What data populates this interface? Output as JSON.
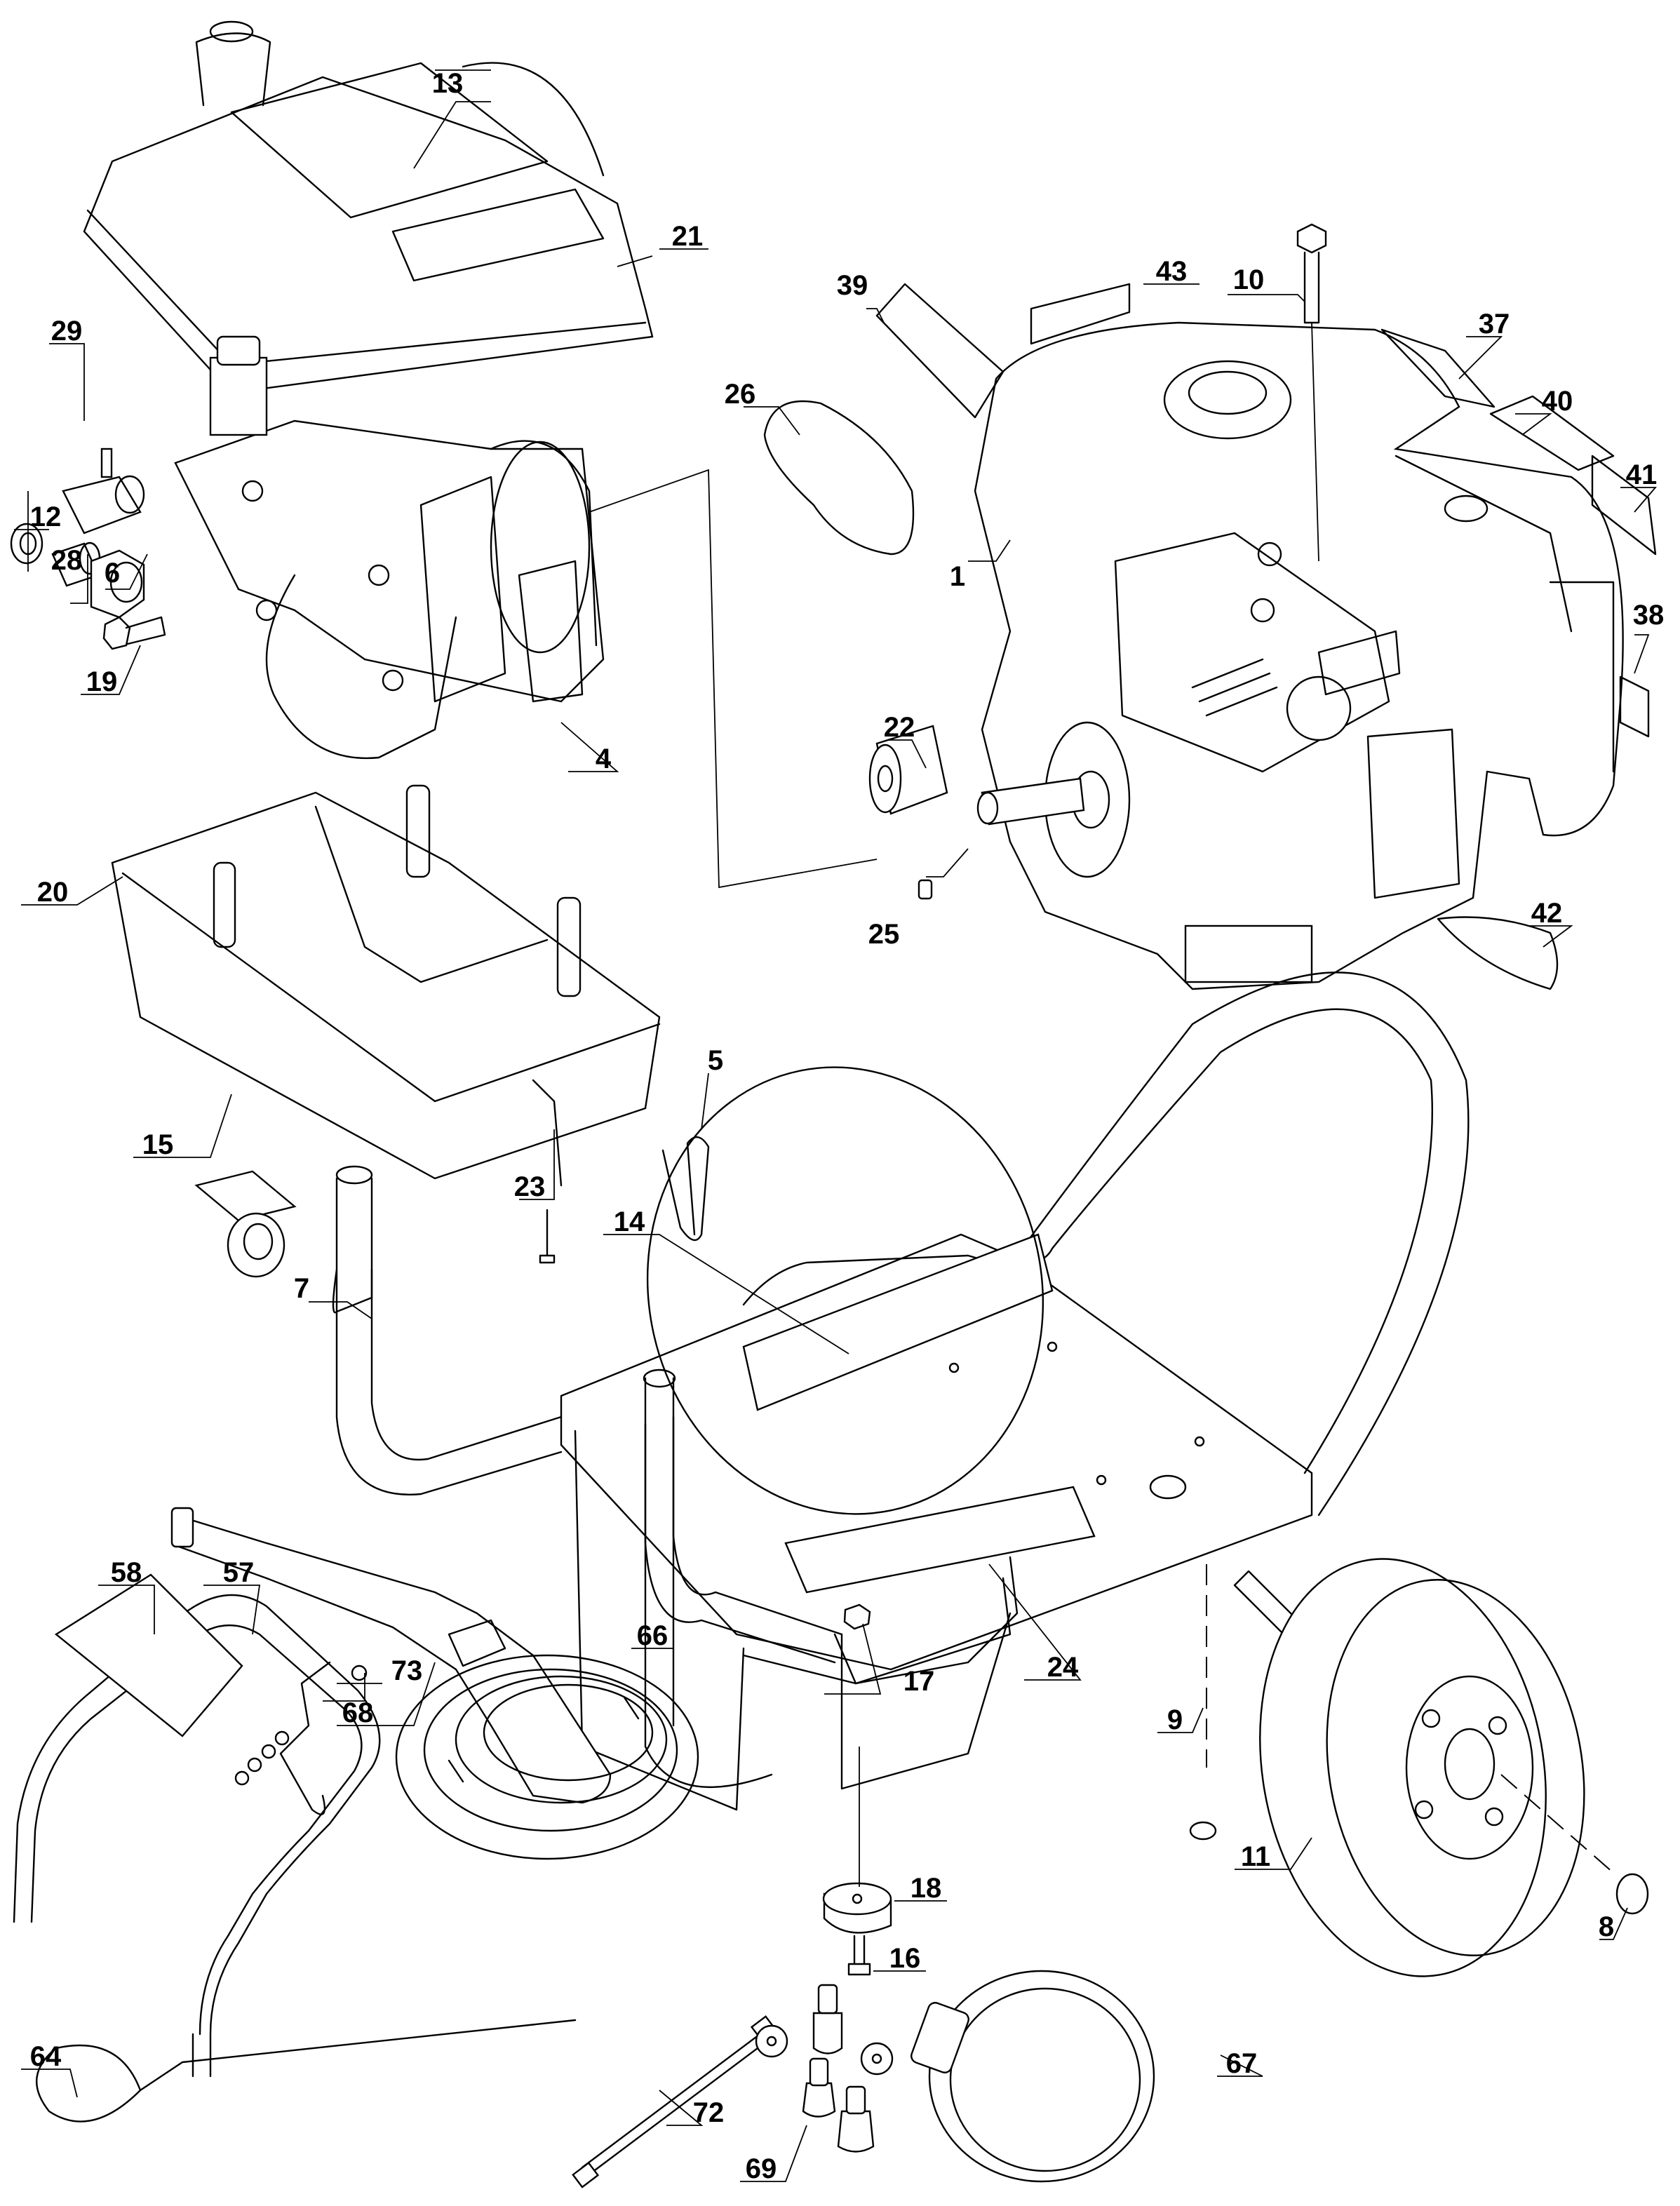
{
  "diagram": {
    "title": "Pressure washer exploded parts view",
    "line_color": "#000000",
    "background": "#ffffff",
    "callouts": [
      {
        "id": "c1",
        "label": "1",
        "part": "engine"
      },
      {
        "id": "c4",
        "label": "4",
        "part": "pump"
      },
      {
        "id": "c5",
        "label": "5",
        "part": "hitch-pin"
      },
      {
        "id": "c6",
        "label": "6",
        "part": "hex-nut"
      },
      {
        "id": "c7",
        "label": "7",
        "part": "handle-tube"
      },
      {
        "id": "c8",
        "label": "8",
        "part": "hub-cap"
      },
      {
        "id": "c9",
        "label": "9",
        "part": "flange-nut"
      },
      {
        "id": "c10",
        "label": "10",
        "part": "bolt"
      },
      {
        "id": "c11",
        "label": "11",
        "part": "wheel"
      },
      {
        "id": "c12",
        "label": "12",
        "part": "washer"
      },
      {
        "id": "c13",
        "label": "13",
        "part": "top-decal"
      },
      {
        "id": "c14",
        "label": "14",
        "part": "frame-decal"
      },
      {
        "id": "c15",
        "label": "15",
        "part": "lifting-eye"
      },
      {
        "id": "c16",
        "label": "16",
        "part": "foot-bolt"
      },
      {
        "id": "c17",
        "label": "17",
        "part": "foot-nut"
      },
      {
        "id": "c18",
        "label": "18",
        "part": "rubber-foot"
      },
      {
        "id": "c19",
        "label": "19",
        "part": "pump-bolt"
      },
      {
        "id": "c20",
        "label": "20",
        "part": "lower-shroud"
      },
      {
        "id": "c21",
        "label": "21",
        "part": "upper-shroud"
      },
      {
        "id": "c22",
        "label": "22",
        "part": "coupling"
      },
      {
        "id": "c23",
        "label": "23",
        "part": "shroud-screw"
      },
      {
        "id": "c24",
        "label": "24",
        "part": "base-decal"
      },
      {
        "id": "c25",
        "label": "25",
        "part": "set-screw"
      },
      {
        "id": "c26",
        "label": "26",
        "part": "decal"
      },
      {
        "id": "c28",
        "label": "28",
        "part": "inlet-adapter"
      },
      {
        "id": "c29",
        "label": "29",
        "part": "outlet-fitting"
      },
      {
        "id": "c37",
        "label": "37",
        "part": "decal"
      },
      {
        "id": "c38",
        "label": "38",
        "part": "decal"
      },
      {
        "id": "c39",
        "label": "39",
        "part": "decal"
      },
      {
        "id": "c40",
        "label": "40",
        "part": "decal"
      },
      {
        "id": "c41",
        "label": "41",
        "part": "decal"
      },
      {
        "id": "c42",
        "label": "42",
        "part": "decal"
      },
      {
        "id": "c43",
        "label": "43",
        "part": "decal"
      },
      {
        "id": "c57",
        "label": "57",
        "part": "handle"
      },
      {
        "id": "c58",
        "label": "58",
        "part": "handle-decal"
      },
      {
        "id": "c64",
        "label": "64",
        "part": "cleaning-wire"
      },
      {
        "id": "c66",
        "label": "66",
        "part": "high-pressure-hose"
      },
      {
        "id": "c67",
        "label": "67",
        "part": "garden-hose-adapter"
      },
      {
        "id": "c68",
        "label": "68",
        "part": "spray-gun"
      },
      {
        "id": "c69",
        "label": "69",
        "part": "nozzle-set"
      },
      {
        "id": "c72",
        "label": "72",
        "part": "wand"
      },
      {
        "id": "c73",
        "label": "73",
        "part": "hose-hook-nut"
      }
    ]
  }
}
